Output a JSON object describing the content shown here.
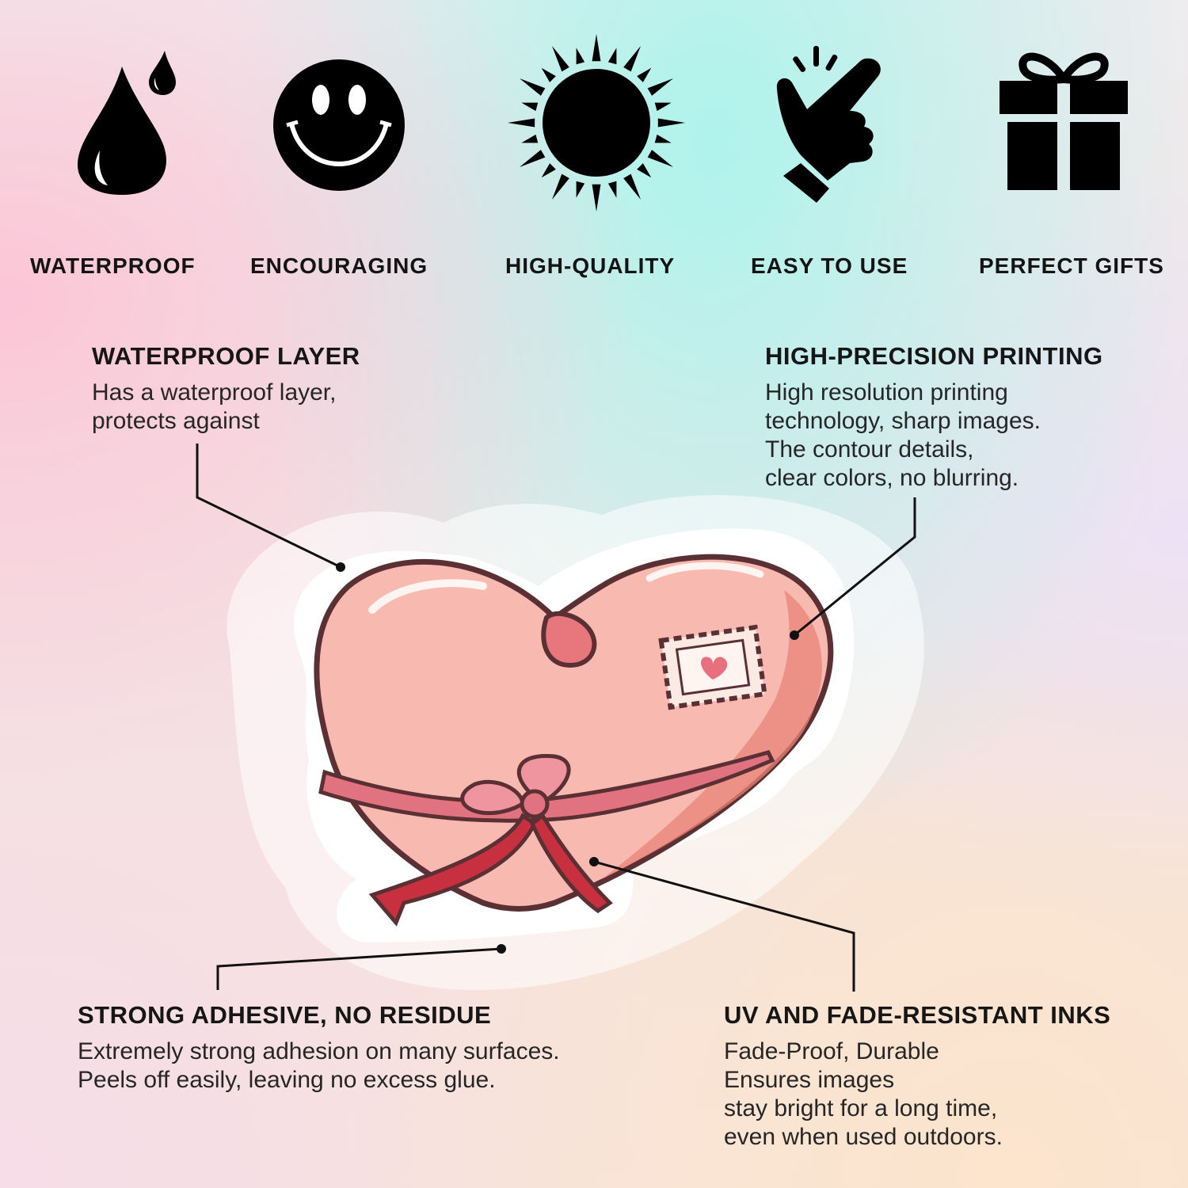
{
  "features": [
    {
      "label": "WATERPROOF",
      "icon": "water-drop-icon"
    },
    {
      "label": "ENCOURAGING",
      "icon": "smiley-face-icon"
    },
    {
      "label": "HIGH-QUALITY",
      "icon": "sun-icon"
    },
    {
      "label": "EASY TO USE",
      "icon": "finger-snap-hand-icon"
    },
    {
      "label": "PERFECT GIFTS",
      "icon": "gift-box-icon"
    }
  ],
  "callouts": {
    "waterproof_layer": {
      "title": "WATERPROOF LAYER",
      "description": "Has a waterproof layer,\nprotects against"
    },
    "high_precision": {
      "title": "HIGH-PRECISION PRINTING",
      "description": "High resolution printing\ntechnology, sharp images.\nThe contour details,\nclear colors, no blurring."
    },
    "adhesive": {
      "title": "STRONG ADHESIVE, NO RESIDUE",
      "description": "Extremely strong adhesion on many surfaces.\nPeels off easily, leaving no excess glue."
    },
    "uv_inks": {
      "title": "UV AND FADE-RESISTANT INKS",
      "description": "Fade-Proof, Durable\nEnsures images\nstay bright for a long time,\neven when used outdoors."
    }
  },
  "colors": {
    "heart": "#f7b9b0",
    "heart_shade": "#e98478",
    "ribbon": "#e0737f",
    "ribbon_dark": "#c9303f",
    "outline": "#5a3034",
    "icon": "#000000"
  }
}
